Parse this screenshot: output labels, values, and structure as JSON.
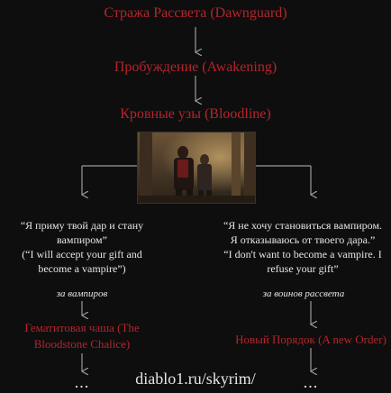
{
  "nodes": {
    "dawnguard": "Стража Рассвета (Dawnguard)",
    "awakening": "Пробуждение (Awakening)",
    "bloodline": "Кровные узы (Bloodline)"
  },
  "left_branch": {
    "quote_ru": "“Я приму твой дар и стану вампиром”",
    "quote_en": "(“I will accept your gift and become a vampire”)",
    "faction": "за вампиров",
    "next_quest": "Гематитовая чаша (The Bloodstone Chalice)",
    "continuation": "..."
  },
  "right_branch": {
    "quote_ru": "“Я не хочу становиться вампиром. Я отказываюсь от твоего дара.”",
    "quote_en": "“I don't want to become a vampire. I refuse your gift”",
    "faction": "за воинов рассвета",
    "next_quest": "Новый Порядок (A new Order)",
    "continuation": "..."
  },
  "watermark": "diablo1.ru/skyrim/",
  "colors": {
    "background": "#0e0e0e",
    "title_red": "#b4252b",
    "text_white": "#e6e6e6",
    "line_gray": "#9a9a9a"
  }
}
